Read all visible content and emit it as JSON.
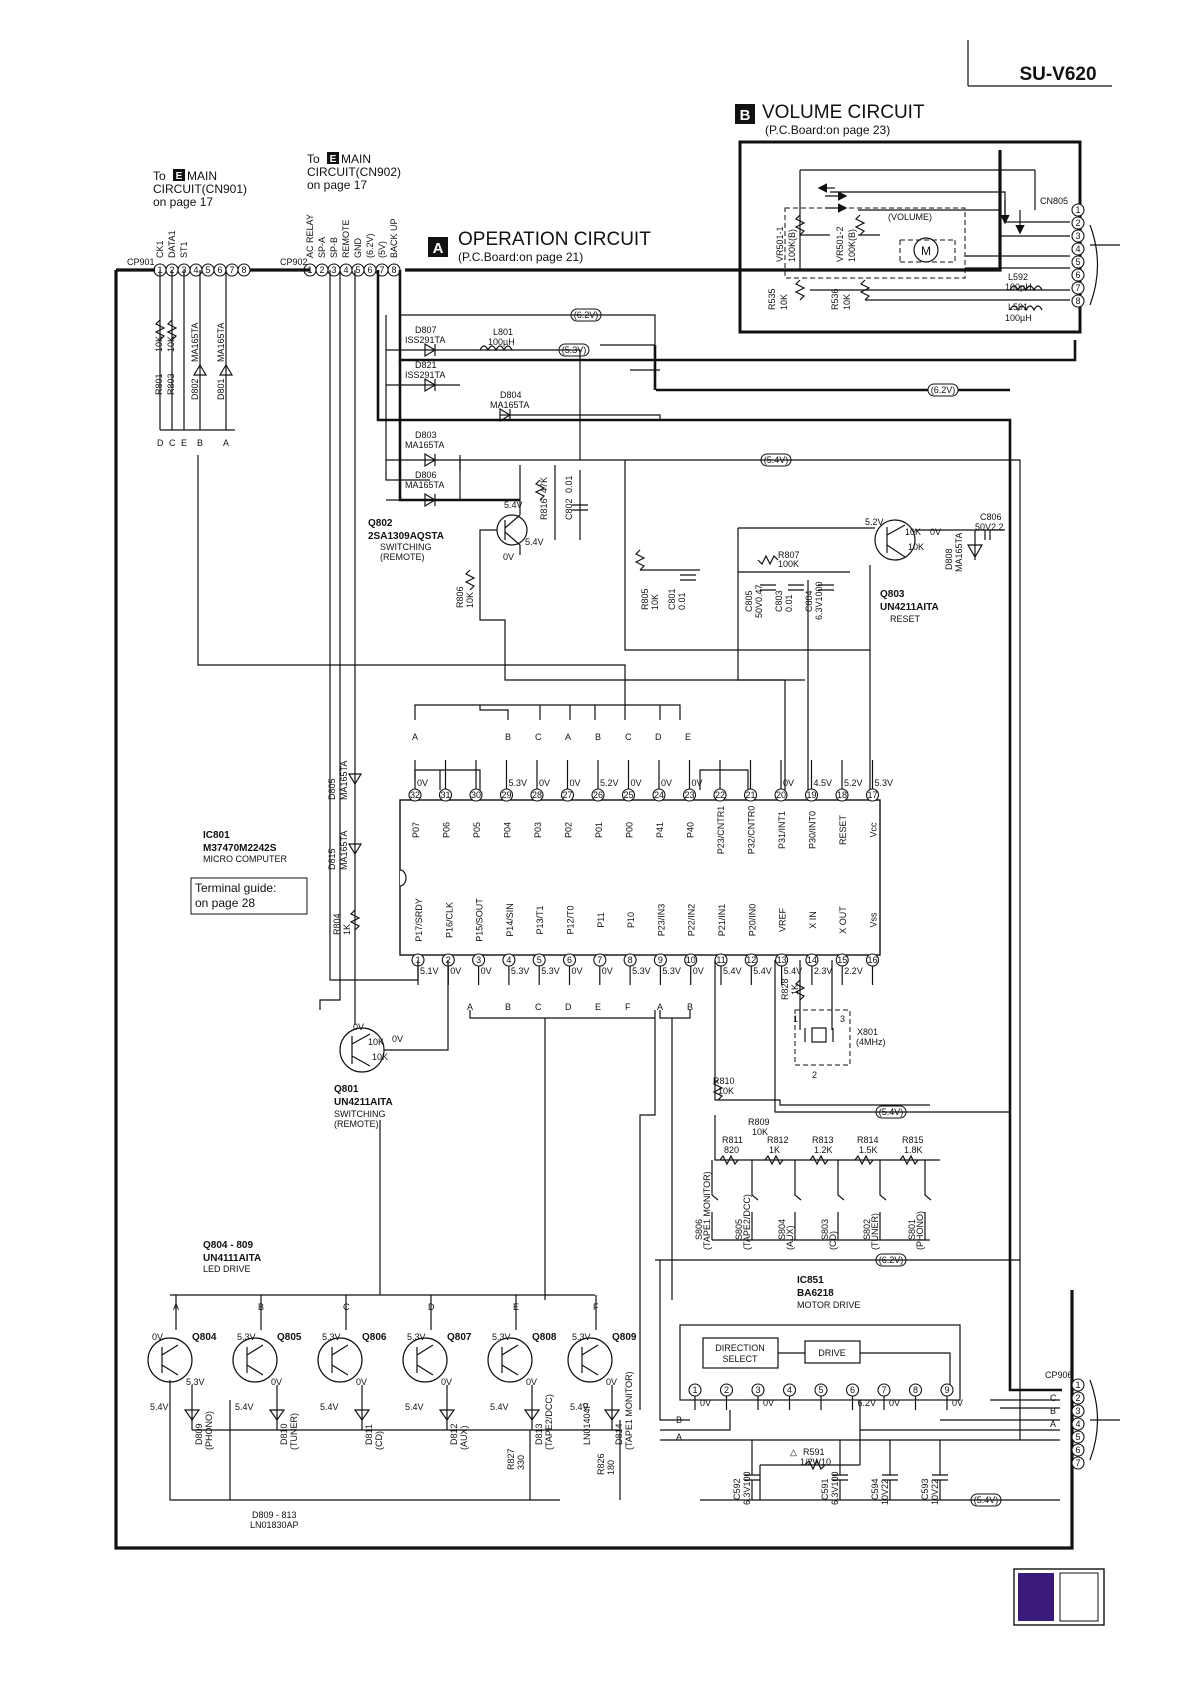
{
  "model": "SU-V620",
  "volume_circuit": {
    "badge": "B",
    "title": "VOLUME  CIRCUIT",
    "pcb_note": "(P.C.Board:on page 23)",
    "connector": "CN805",
    "pins": [
      "1",
      "2",
      "3",
      "4",
      "5",
      "6",
      "7",
      "8"
    ],
    "volume_label": "(VOLUME)",
    "motor": "M",
    "parts": [
      {
        "ref": "VR501-1",
        "val": "100K(B)"
      },
      {
        "ref": "VR501-2",
        "val": "100K(B)"
      },
      {
        "ref": "R535",
        "val": "10K"
      },
      {
        "ref": "R536",
        "val": "10K"
      },
      {
        "ref": "L592",
        "val": "100µH"
      },
      {
        "ref": "L591",
        "val": "100µH"
      }
    ]
  },
  "operation_circuit": {
    "badge": "A",
    "title": "OPERATION  CIRCUIT",
    "pcb_note": "(P.C.Board:on page 21)"
  },
  "main_links": [
    {
      "to": "To",
      "badge": "E",
      "circuit": "MAIN",
      "cn": "CIRCUIT(CN901)",
      "page": "on page 17"
    },
    {
      "to": "To",
      "badge": "E",
      "circuit": "MAIN",
      "cn": "CIRCUIT(CN902)",
      "page": "on page 17"
    }
  ],
  "cp901": {
    "name": "CP901",
    "signals": [
      "CK1",
      "DATA1",
      "ST1"
    ],
    "pins": [
      "1",
      "2",
      "3",
      "4",
      "5",
      "6",
      "7",
      "8"
    ]
  },
  "cp902": {
    "name": "CP902",
    "signals": [
      "AC RELAY",
      "SP-A",
      "SP-B",
      "REMOTE",
      "GND",
      "(6.2V)",
      "(5V)",
      "BACK UP"
    ],
    "pins": [
      "1",
      "2",
      "3",
      "4",
      "5",
      "6",
      "7",
      "8"
    ]
  },
  "cp906": {
    "name": "CP906",
    "pins": [
      "1",
      "2",
      "3",
      "4",
      "5",
      "6",
      "7"
    ],
    "letters": [
      "C",
      "B",
      "A"
    ]
  },
  "rails": {
    "v62": "6.2V",
    "v53": "5.3V",
    "v54": "5.4V"
  },
  "diodes": [
    {
      "ref": "D807",
      "type": "ISS291TA"
    },
    {
      "ref": "D821",
      "type": "ISS291TA"
    },
    {
      "ref": "D804",
      "type": "MA165TA"
    },
    {
      "ref": "D803",
      "type": "MA165TA"
    },
    {
      "ref": "D806",
      "type": "MA165TA"
    },
    {
      "ref": "D805",
      "type": "MA165TA"
    },
    {
      "ref": "D815",
      "type": "MA165TA"
    },
    {
      "ref": "D802",
      "type": "MA165TA"
    },
    {
      "ref": "D801",
      "type": "MA165TA"
    },
    {
      "ref": "D808",
      "type": "MA165TA"
    }
  ],
  "inductor_l801": {
    "ref": "L801",
    "val": "100µH"
  },
  "left_resistors": [
    {
      "ref": "R801",
      "val": "10K"
    },
    {
      "ref": "R803",
      "val": "10K"
    }
  ],
  "dceba": [
    "D",
    "C",
    "E",
    "B",
    "A"
  ],
  "q802": {
    "ref": "Q802",
    "part": "2SA1309AQSTA",
    "role": "SWITCHING",
    "role2": "(REMOTE)",
    "v1": "5.4V",
    "v2": "5.4V",
    "v3": "0V"
  },
  "r816": {
    "ref": "R816",
    "val": "47K"
  },
  "c802": {
    "ref": "C802",
    "val": "0.01"
  },
  "r806": {
    "ref": "R806",
    "val": "10K"
  },
  "r805": {
    "ref": "R805",
    "val": "10K"
  },
  "c801": {
    "ref": "C801",
    "val": "0.01"
  },
  "q803": {
    "ref": "Q803",
    "part": "UN4211AITA",
    "role": "RESET",
    "v": "5.2V",
    "v0": "0V",
    "r1": "10K",
    "r2": "10K"
  },
  "c806": {
    "ref": "C806",
    "val": "50V2.2"
  },
  "r807": {
    "ref": "R807",
    "val": "100K"
  },
  "c805": {
    "ref": "C805",
    "val": "50V0.47"
  },
  "c803": {
    "ref": "C803",
    "val": "0.01"
  },
  "c804": {
    "ref": "C804",
    "val": "6.3V1000"
  },
  "ic801": {
    "ref": "IC801",
    "part": "M37470M2242S",
    "role": "MICRO COMPUTER",
    "terminal_guide": "Terminal guide:",
    "terminal_page": "on page 28",
    "top_pins": [
      {
        "n": "32",
        "name": "P07",
        "v": "0V"
      },
      {
        "n": "31",
        "name": "P06",
        "v": ""
      },
      {
        "n": "30",
        "name": "P05",
        "v": ""
      },
      {
        "n": "29",
        "name": "P04",
        "v": "5.3V"
      },
      {
        "n": "28",
        "name": "P03",
        "v": "0V"
      },
      {
        "n": "27",
        "name": "P02",
        "v": "0V"
      },
      {
        "n": "26",
        "name": "P01",
        "v": "5.2V"
      },
      {
        "n": "25",
        "name": "P00",
        "v": "0V"
      },
      {
        "n": "24",
        "name": "P41",
        "v": "0V"
      },
      {
        "n": "23",
        "name": "P40",
        "v": "0V"
      },
      {
        "n": "22",
        "name": "P23/CNTR1",
        "v": ""
      },
      {
        "n": "21",
        "name": "P32/CNTR0",
        "v": ""
      },
      {
        "n": "20",
        "name": "P31/INT1",
        "v": "0V"
      },
      {
        "n": "19",
        "name": "P30/INT0",
        "v": "4.5V"
      },
      {
        "n": "18",
        "name": "RESET",
        "v": "5.2V"
      },
      {
        "n": "17",
        "name": "Vcc",
        "v": "5.3V"
      }
    ],
    "bottom_pins": [
      {
        "n": "1",
        "name": "P17/SRDY",
        "v": "5.1V"
      },
      {
        "n": "2",
        "name": "P16/CLK",
        "v": "0V"
      },
      {
        "n": "3",
        "name": "P15/SOUT",
        "v": "0V"
      },
      {
        "n": "4",
        "name": "P14/SIN",
        "v": "5.3V"
      },
      {
        "n": "5",
        "name": "P13/T1",
        "v": "5.3V"
      },
      {
        "n": "6",
        "name": "P12/T0",
        "v": "0V"
      },
      {
        "n": "7",
        "name": "P11",
        "v": "0V"
      },
      {
        "n": "8",
        "name": "P10",
        "v": "5.3V"
      },
      {
        "n": "9",
        "name": "P23/IN3",
        "v": "5.3V"
      },
      {
        "n": "10",
        "name": "P22/IN2",
        "v": "0V"
      },
      {
        "n": "11",
        "name": "P21/IN1",
        "v": "5.4V"
      },
      {
        "n": "12",
        "name": "P20/IN0",
        "v": "5.4V"
      },
      {
        "n": "13",
        "name": "VREF",
        "v": "5.4V"
      },
      {
        "n": "14",
        "name": "X IN",
        "v": "2.3V"
      },
      {
        "n": "15",
        "name": "X OUT",
        "v": "2.2V"
      },
      {
        "n": "16",
        "name": "Vss",
        "v": ""
      }
    ],
    "top_letters": [
      "A",
      "B",
      "C",
      "A",
      "B",
      "C",
      "D",
      "E"
    ],
    "bottom_letters": [
      "A",
      "B",
      "C",
      "D",
      "E",
      "F",
      "A",
      "B"
    ]
  },
  "r804": {
    "ref": "R804",
    "val": "1K"
  },
  "r828": {
    "ref": "R828",
    "val": "1K"
  },
  "x801": {
    "ref": "X801",
    "val": "(4MHz)",
    "p1": "1",
    "p2": "2",
    "p3": "3"
  },
  "q801": {
    "ref": "Q801",
    "part": "UN4211AITA",
    "role": "SWITCHING",
    "role2": "(REMOTE)",
    "v1": "0V",
    "v2": "0V",
    "r1": "10K",
    "r2": "10K"
  },
  "r810": {
    "ref": "R810",
    "val": "10K"
  },
  "r809": {
    "ref": "R809",
    "val": "10K"
  },
  "ladder": [
    {
      "ref": "R811",
      "val": "820"
    },
    {
      "ref": "R812",
      "val": "1K"
    },
    {
      "ref": "R813",
      "val": "1.2K"
    },
    {
      "ref": "R814",
      "val": "1.5K"
    },
    {
      "ref": "R815",
      "val": "1.8K"
    }
  ],
  "switches": [
    {
      "ref": "S806",
      "fn": "(TAPE1 MONITOR)"
    },
    {
      "ref": "S805",
      "fn": "(TAPE2/DCC)"
    },
    {
      "ref": "S804",
      "fn": "(AUX)"
    },
    {
      "ref": "S803",
      "fn": "(CD)"
    },
    {
      "ref": "S802",
      "fn": "(TUNER)"
    },
    {
      "ref": "S801",
      "fn": "(PHONO)"
    }
  ],
  "led_drive": {
    "range": "Q804 - 809",
    "part": "UN4111AITA",
    "role": "LED DRIVE"
  },
  "drivers": [
    {
      "letter": "A",
      "ref": "Q804",
      "v_in": "0V",
      "v_out": "5.3V",
      "v_e": "5.4V",
      "led": "D809",
      "fn": "(PHONO)"
    },
    {
      "letter": "B",
      "ref": "Q805",
      "v_in": "5.3V",
      "v_out": "0V",
      "v_e": "5.4V",
      "led": "D810",
      "fn": "(TUNER)"
    },
    {
      "letter": "C",
      "ref": "Q806",
      "v_in": "5.3V",
      "v_out": "0V",
      "v_e": "5.4V",
      "led": "D811",
      "fn": "(CD)"
    },
    {
      "letter": "D",
      "ref": "Q807",
      "v_in": "5.3V",
      "v_out": "0V",
      "v_e": "5.4V",
      "led": "D812",
      "fn": "(AUX)"
    },
    {
      "letter": "E",
      "ref": "Q808",
      "v_in": "5.3V",
      "v_out": "0V",
      "v_e": "5.4V",
      "led": "D813",
      "fn": "(TAPE2/DCC)"
    },
    {
      "letter": "F",
      "ref": "Q809",
      "v_in": "5.3V",
      "v_out": "0V",
      "v_e": "5.4V",
      "led": "D814",
      "fn": "(TAPE1 MONITOR)"
    }
  ],
  "d814_part": "LN01404P",
  "r827": {
    "ref": "R827",
    "val": "330"
  },
  "r826": {
    "ref": "R826",
    "val": "180"
  },
  "led_array": {
    "ref": "D809 - 813",
    "part": "LN01830AP"
  },
  "ic851": {
    "ref": "IC851",
    "part": "BA6218",
    "role": "MOTOR DRIVE",
    "block1": "DIRECTION",
    "block1b": "SELECT",
    "block2": "DRIVE",
    "pins": [
      "1",
      "2",
      "3",
      "4",
      "5",
      "6",
      "7",
      "8",
      "9"
    ],
    "pin_v": [
      "0V",
      "",
      "0V",
      "",
      "",
      "6.2V",
      "0V",
      "",
      "0V"
    ],
    "b": "B",
    "a": "A"
  },
  "r591": {
    "ref": "R591",
    "val": "1/2W10"
  },
  "caps_bottom": [
    {
      "ref": "C592",
      "val": "6.3V100"
    },
    {
      "ref": "C591",
      "val": "6.3V100"
    },
    {
      "ref": "C594",
      "val": "10V22"
    },
    {
      "ref": "C593",
      "val": "10V22"
    }
  ],
  "colors": {
    "accent": "#3a1a7a",
    "line": "#111111"
  }
}
